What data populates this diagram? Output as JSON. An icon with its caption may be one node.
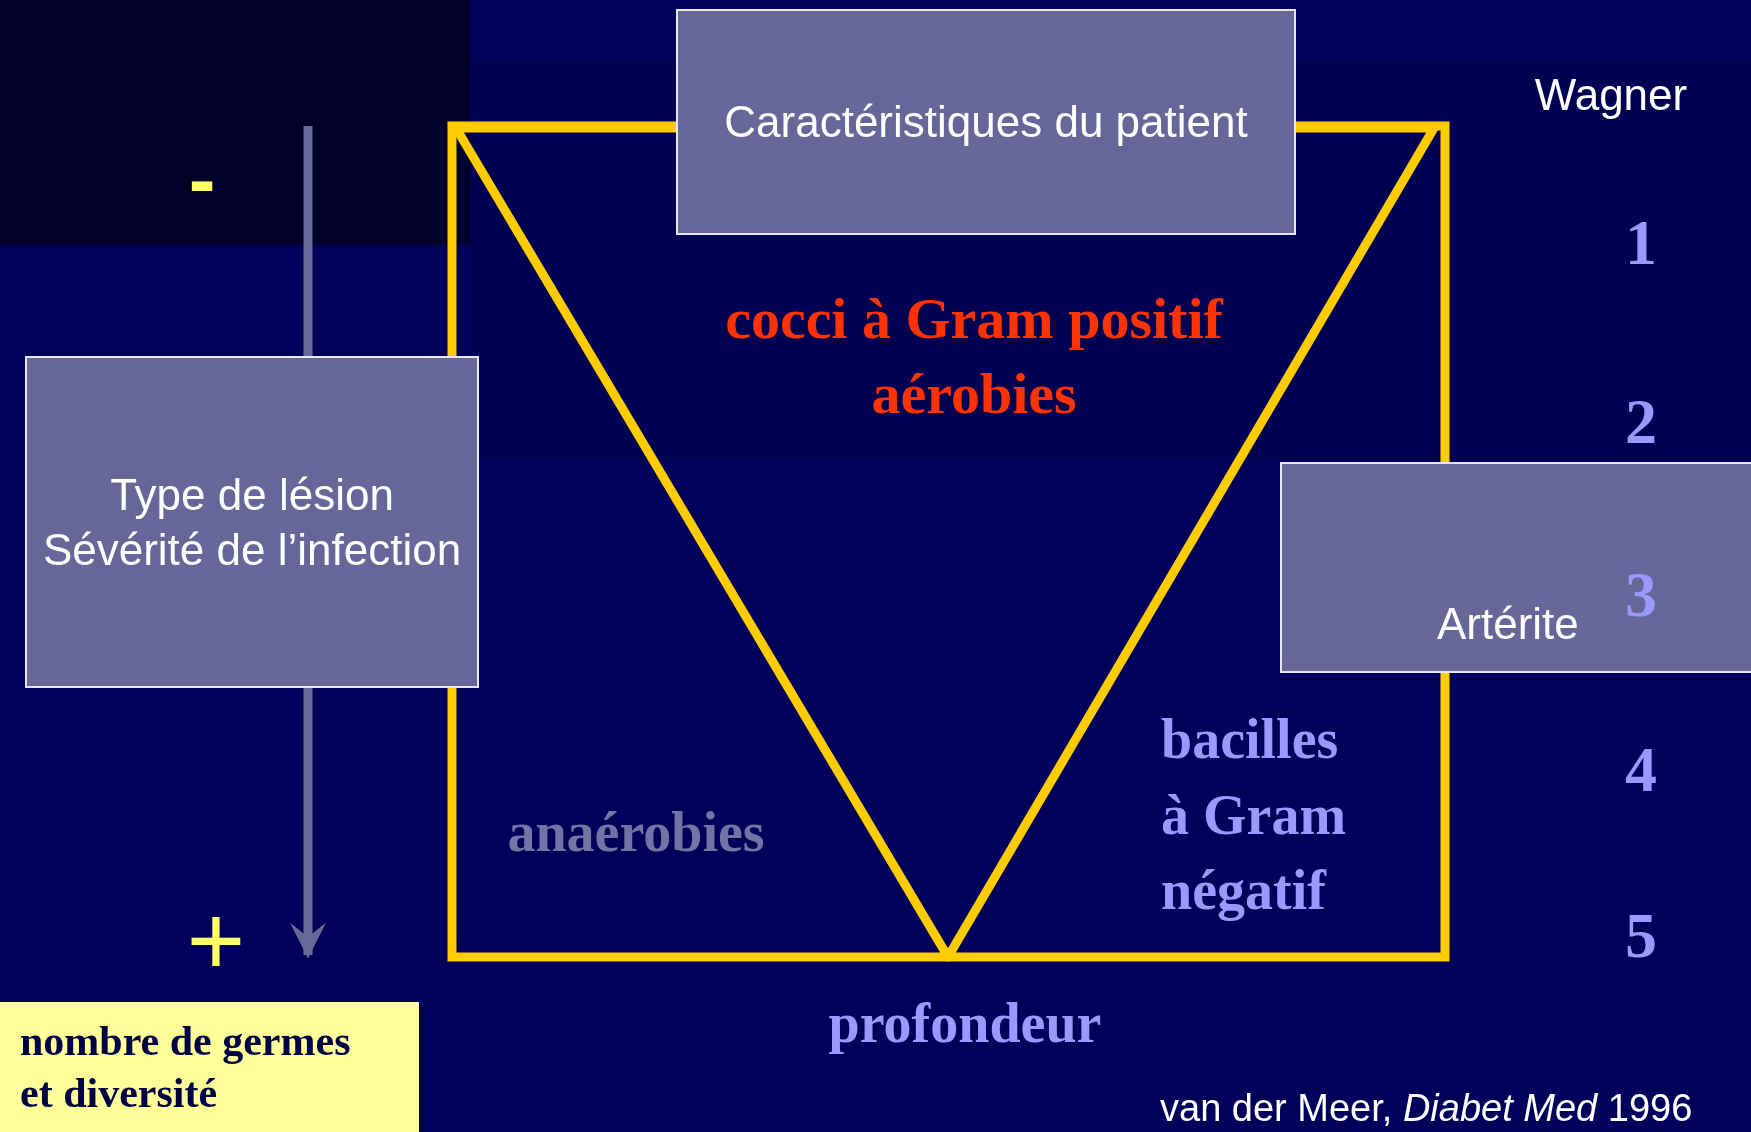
{
  "diagram": {
    "nodes": [
      {
        "text": [
          "Caractéristiques du patient"
        ]
      },
      {
        "text": [
          "Type de lésion",
          "Sévérité de l’infection"
        ]
      },
      {
        "text": [
          "Artérite"
        ]
      },
      {
        "text": [
          "nombre de germes et diversité"
        ]
      }
    ],
    "labels": [
      "Wagner",
      "-",
      "1",
      "cocci à Gram positif aérobies",
      "2",
      "3",
      "4",
      "anaérobies",
      "bacilles à Gram négatif",
      "+",
      "5",
      "profondeur",
      "van der Meer, *Diabet Med* 1996"
    ]
  }
}
